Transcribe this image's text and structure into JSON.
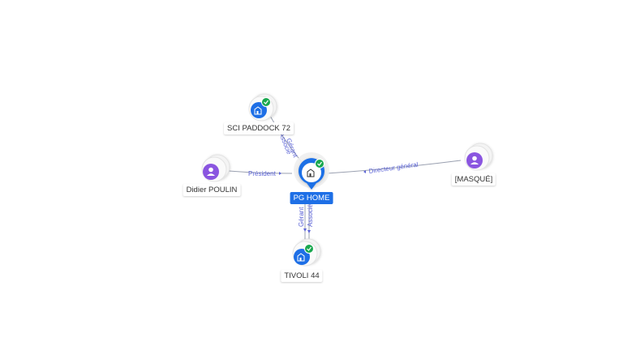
{
  "nodes": {
    "center": {
      "label": "PG HOME",
      "type": "company",
      "verified": true
    },
    "sci_paddock": {
      "label": "SCI PADDOCK 72",
      "type": "company",
      "verified": true
    },
    "didier": {
      "label": "Didier POULIN",
      "type": "person"
    },
    "masque": {
      "label": "[MASQUÉ]",
      "type": "person"
    },
    "tivoli": {
      "label": "TIVOLI 44",
      "type": "company",
      "verified": true
    }
  },
  "edges": {
    "president": "Président",
    "directeur": "Directeur général",
    "sci_gerant": "Gérant",
    "sci_associe": "Associé",
    "tivoli_gerant": "Gérant",
    "tivoli_associe": "Associé"
  },
  "colors": {
    "company": "#1e6fe6",
    "person": "#8a55e0",
    "verified": "#1aa84f",
    "edge_label": "#5b63d6",
    "edge_line": "#9aa0b0"
  }
}
